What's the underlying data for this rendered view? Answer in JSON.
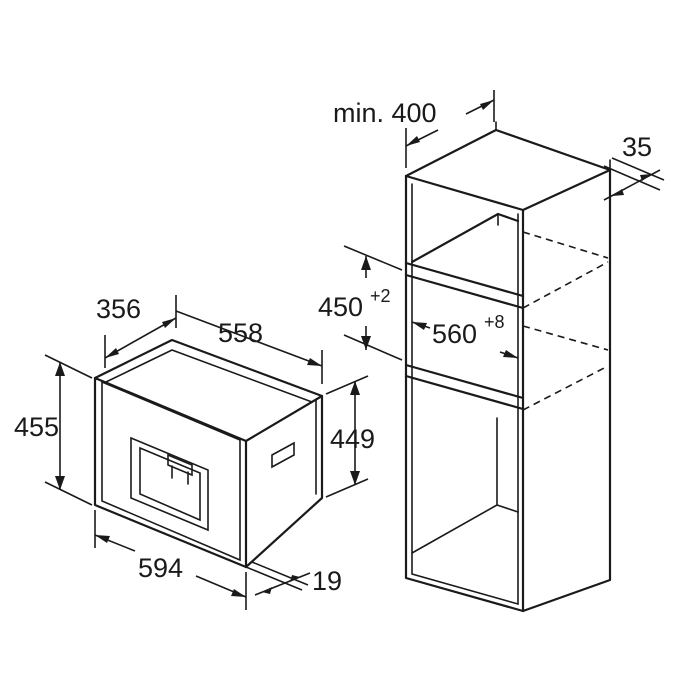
{
  "dimensions": {
    "appliance_depth_356": "356",
    "appliance_width_top_558": "558",
    "appliance_height_455": "455",
    "appliance_height_449": "449",
    "appliance_width_594": "594",
    "front_panel_19": "19",
    "cabinet_min_depth_label": "min. 400",
    "cabinet_back_gap_35": "35",
    "niche_height_450": "450",
    "niche_height_450_tolerance": "+2",
    "niche_width_560": "560",
    "niche_width_560_tolerance": "+8"
  }
}
